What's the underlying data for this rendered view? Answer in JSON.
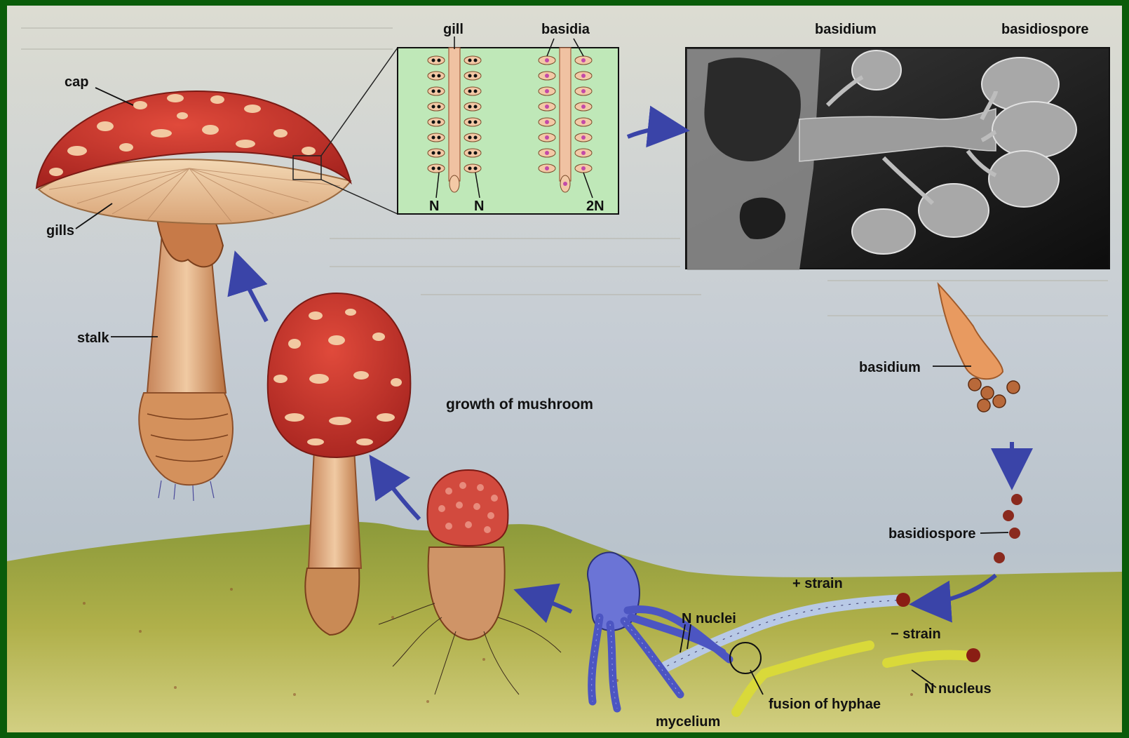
{
  "labels": {
    "cap": "cap",
    "gills": "gills",
    "stalk": "stalk",
    "gill": "gill",
    "basidia": "basidia",
    "n_left": "N",
    "n_right": "N",
    "two_n": "2N",
    "basidium_top": "basidium",
    "basidiospore_top": "basidiospore",
    "basidium_right": "basidium",
    "growth": "growth of mushroom",
    "basidiospore_right": "basidiospore",
    "plus_strain": "+ strain",
    "minus_strain": "− strain",
    "n_nuclei": "N nuclei",
    "n_nucleus": "N nucleus",
    "fusion": "fusion of hyphae",
    "mycelium": "mycelium"
  },
  "colors": {
    "frame": "#0a5c0a",
    "cap_red": "#c8332a",
    "gill_panel": "#bfe8b8",
    "ground": "#9fa63f",
    "sky": "#c9d2d8",
    "plus_hyphae": "#b8c9e6",
    "minus_hyphae": "#d9d93a",
    "mycelium": "#5a63c9",
    "arrow": "#3a44a8"
  }
}
